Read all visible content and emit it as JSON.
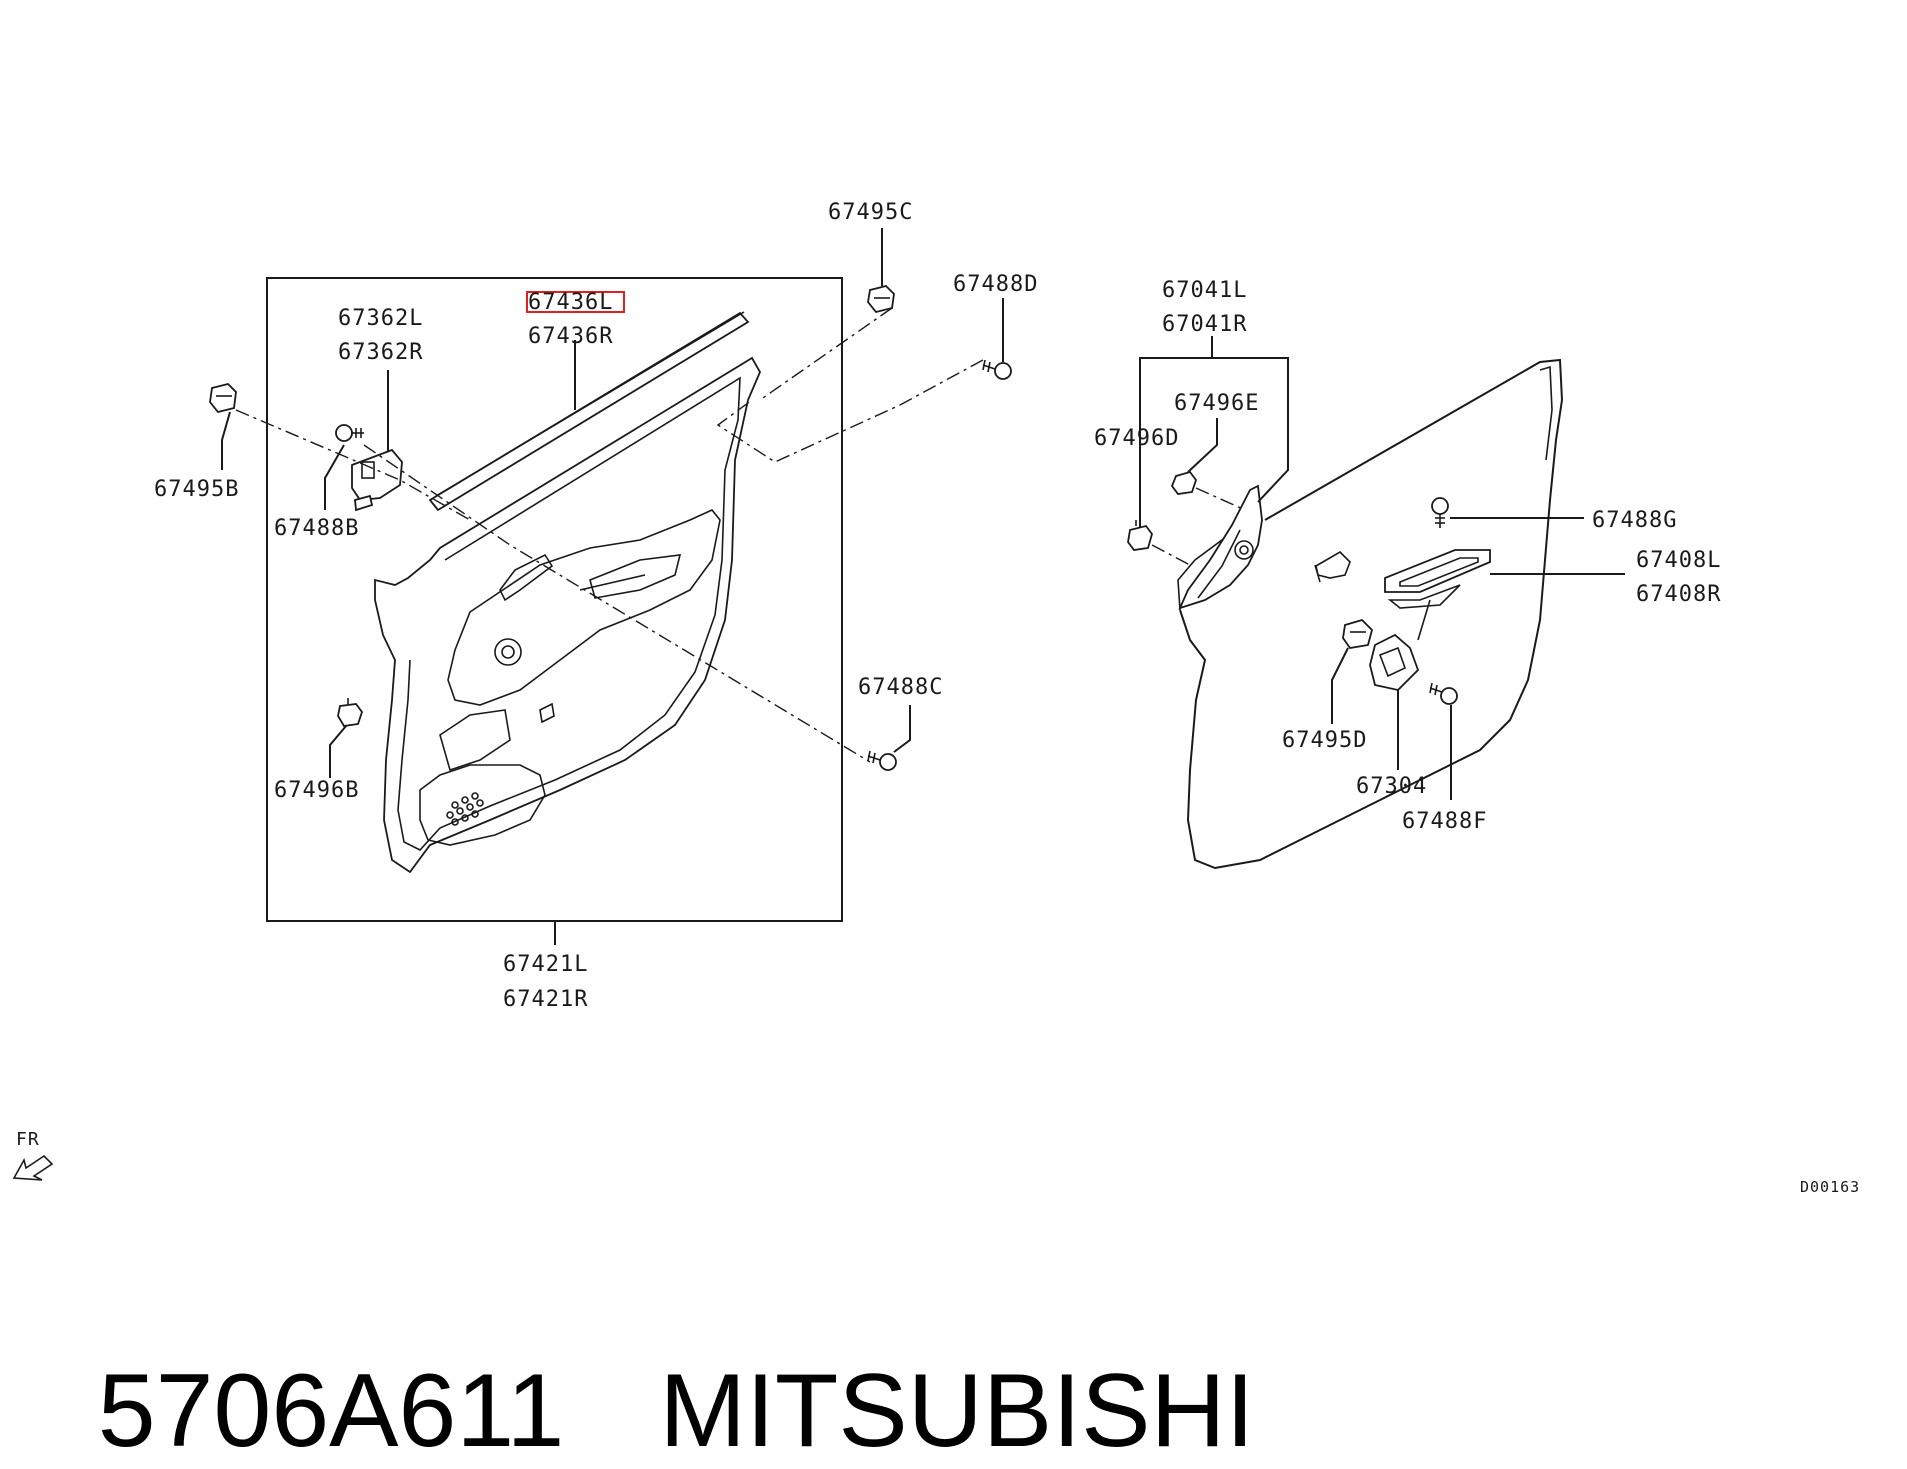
{
  "diagram_code": "D00163",
  "direction_label": "FR",
  "highlighted_part": "67436L",
  "caption": {
    "part_number": "5706A611",
    "brand": "MITSUBISHI"
  },
  "labels": {
    "p67495C": "67495C",
    "p67488D": "67488D",
    "p67362L": "67362L",
    "p67362R": "67362R",
    "p67436L": "67436L",
    "p67436R": "67436R",
    "p67495B": "67495B",
    "p67488B": "67488B",
    "p67488C": "67488C",
    "p67496B": "67496B",
    "p67421L": "67421L",
    "p67421R": "67421R",
    "p67041L": "67041L",
    "p67041R": "67041R",
    "p67496E": "67496E",
    "p67496D": "67496D",
    "p67488G": "67488G",
    "p67408L": "67408L",
    "p67408R": "67408R",
    "p67495D": "67495D",
    "p67304": "67304",
    "p67488F": "67488F"
  },
  "colors": {
    "line": "#1a1a1a",
    "highlight": "#e02020",
    "background": "#ffffff"
  }
}
